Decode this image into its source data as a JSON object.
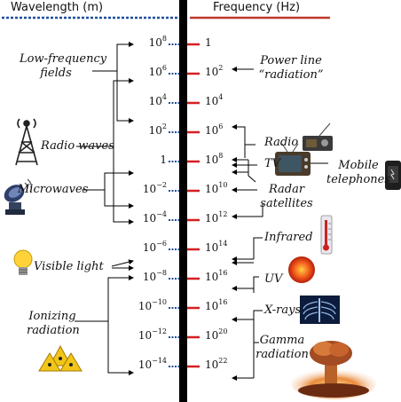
{
  "header": {
    "wavelength_label": "Wavelength (m)",
    "frequency_label": "Frequency (Hz)"
  },
  "wavelength_ticks": [
    {
      "base": "10",
      "exp": "8"
    },
    {
      "base": "10",
      "exp": "6"
    },
    {
      "base": "10",
      "exp": "4"
    },
    {
      "base": "10",
      "exp": "2"
    },
    {
      "base": "1",
      "exp": ""
    },
    {
      "base": "10",
      "exp": "−2"
    },
    {
      "base": "10",
      "exp": "−4"
    },
    {
      "base": "10",
      "exp": "−6"
    },
    {
      "base": "10",
      "exp": "−8"
    },
    {
      "base": "10",
      "exp": "−10"
    },
    {
      "base": "10",
      "exp": "−12"
    },
    {
      "base": "10",
      "exp": "−14"
    }
  ],
  "frequency_ticks": [
    {
      "base": "1",
      "exp": ""
    },
    {
      "base": "10",
      "exp": "2"
    },
    {
      "base": "10",
      "exp": "4"
    },
    {
      "base": "10",
      "exp": "6"
    },
    {
      "base": "10",
      "exp": "8"
    },
    {
      "base": "10",
      "exp": "10"
    },
    {
      "base": "10",
      "exp": "12"
    },
    {
      "base": "10",
      "exp": "14"
    },
    {
      "base": "10",
      "exp": "16"
    },
    {
      "base": "10",
      "exp": "16"
    },
    {
      "base": "10",
      "exp": "20"
    },
    {
      "base": "10",
      "exp": "22"
    }
  ],
  "left_categories": {
    "low_frequency": [
      "Low-frequency",
      "fields"
    ],
    "radio_waves": "Radio waves",
    "microwaves": "Microwaves",
    "visible_light": "Visible light",
    "ionizing": [
      "Ionizing",
      "radiation"
    ]
  },
  "right_categories": {
    "power_line": [
      "Power line",
      "“radiation”"
    ],
    "radio": "Radio",
    "tv": "TV",
    "mobile": [
      "Mobile",
      "telephones"
    ],
    "radar": [
      "Radar",
      "satellites"
    ],
    "infrared": "Infrared",
    "uv": "UV",
    "xrays": "X-rays",
    "gamma": [
      "Gamma",
      "radiation"
    ]
  },
  "colors": {
    "axis": "#000000",
    "frequency_rule": "#c0392b",
    "frequency_tick": "#d61f1f",
    "wavelength_rule": "#1f4e9c"
  }
}
